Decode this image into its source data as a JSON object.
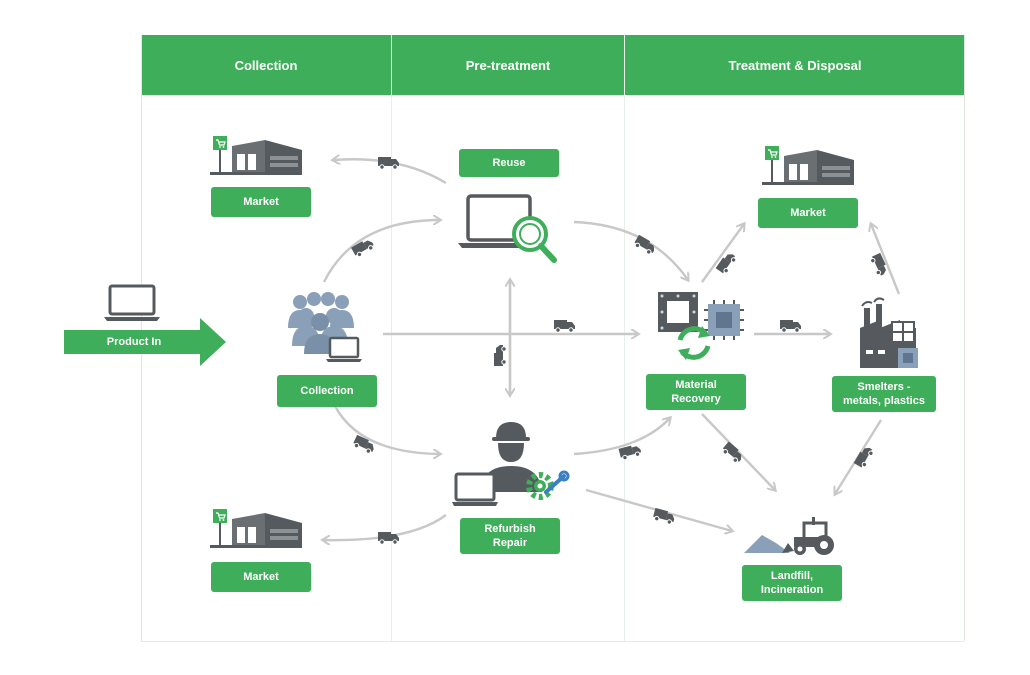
{
  "headers": [
    {
      "id": "collection",
      "label": "Collection"
    },
    {
      "id": "pretreatment",
      "label": "Pre-treatment"
    },
    {
      "id": "treatment",
      "label": "Treatment & Disposal"
    }
  ],
  "nodes": {
    "market_top_left": "Market",
    "market_bottom_left": "Market",
    "market_right": "Market",
    "reuse": "Reuse",
    "collection": "Collection",
    "refurbish": "Refurbish\nRepair",
    "material_recovery": "Material\nRecovery",
    "smelters": "Smelters -\nmetals, plastics",
    "landfill": "Landfill,\nIncineration",
    "product_in": "Product In"
  },
  "colors": {
    "accent": "#3fae5a",
    "icon_gray": "#555a5e",
    "icon_blue": "#8aa0b8",
    "arrow": "#c8c8c8"
  },
  "icons": [
    "store-icon",
    "cart-sign-icon",
    "laptop-icon",
    "magnifier-icon",
    "crowd-icon",
    "worker-icon",
    "gear-wrench-icon",
    "chip-icon",
    "recycle-icon",
    "factory-icon",
    "tractor-icon",
    "truck-icon"
  ]
}
